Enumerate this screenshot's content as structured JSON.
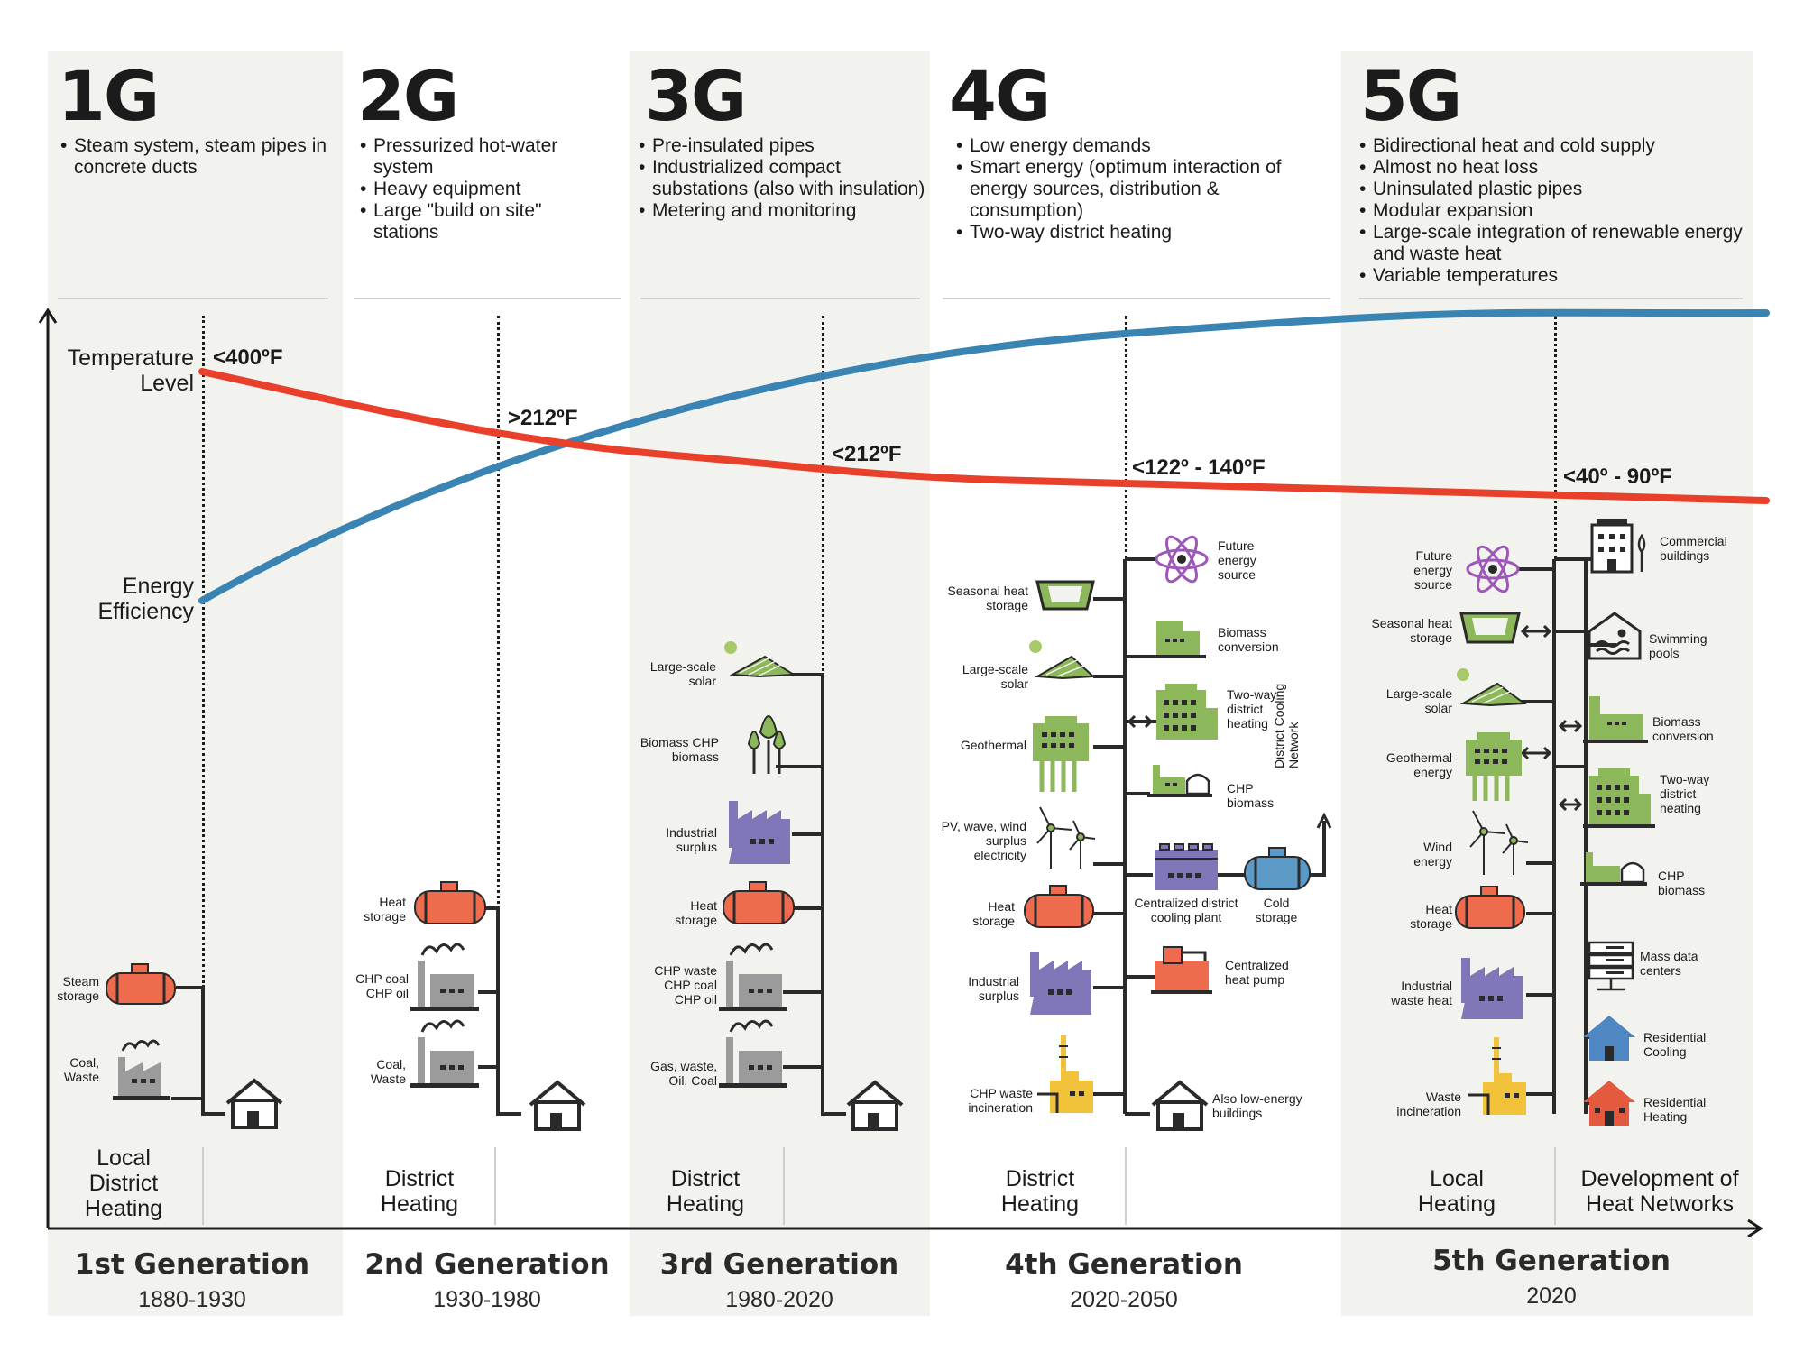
{
  "generations": [
    {
      "key": "1G",
      "bullets": [
        "Steam system, steam pipes in concrete ducts"
      ],
      "title": "1st Generation",
      "years": "1880-1930",
      "type": "Local District Heating"
    },
    {
      "key": "2G",
      "bullets": [
        "Pressurized hot-water system",
        "Heavy equipment",
        "Large \"build on site\" stations"
      ],
      "title": "2nd Generation",
      "years": "1930-1980",
      "type": "District Heating"
    },
    {
      "key": "3G",
      "bullets": [
        "Pre-insulated pipes",
        "Industrialized compact substations (also with insulation)",
        "Metering and monitoring"
      ],
      "title": "3rd Generation",
      "years": "1980-2020",
      "type": "District Heating"
    },
    {
      "key": "4G",
      "bullets": [
        "Low energy demands",
        "Smart energy (optimum interaction of energy sources, distribution & consumption)",
        "Two-way district heating"
      ],
      "title": "4th Generation",
      "years": "2020-2050",
      "type": "District Heating"
    },
    {
      "key": "5G",
      "bullets": [
        "Bidirectional heat and cold supply",
        "Almost no heat loss",
        "Uninsulated plastic pipes",
        "Modular expansion",
        "Large-scale integration of renewable energy and waste heat",
        "Variable temperatures"
      ],
      "title": "5th Generation",
      "years": "2020",
      "type": "Local Heating",
      "type2": "Development of Heat Networks"
    }
  ],
  "axis": {
    "temperature": "Temperature Level",
    "efficiency": "Energy Efficiency"
  },
  "temperatures": [
    "<400ºF",
    ">212ºF",
    "<212ºF",
    "<122º - 140ºF",
    "<40º - 90ºF"
  ],
  "g1_labels": {
    "steam": "Steam storage",
    "coal": "Coal, Waste"
  },
  "g2_labels": {
    "heat": "Heat storage",
    "chp": "CHP coal CHP oil",
    "coal": "Coal, Waste"
  },
  "g3_labels": {
    "solar": "Large-scale solar",
    "biomass": "Biomass CHP biomass",
    "industrial": "Industrial surplus",
    "heat": "Heat storage",
    "chp": "CHP waste CHP coal CHP oil",
    "gas": "Gas, waste, Oil, Coal"
  },
  "g4_left": {
    "seasonal": "Seasonal heat storage",
    "solar": "Large-scale solar",
    "geothermal": "Geothermal",
    "pv": "PV, wave, wind surplus electricity",
    "heat": "Heat storage",
    "industrial": "Industrial surplus",
    "chp_waste": "CHP waste incineration"
  },
  "g4_right": {
    "future": "Future energy source",
    "biomass": "Biomass conversion",
    "twoway": "Two-way district heating",
    "chp": "CHP biomass",
    "cooling_plant": "Centralized district cooling plant",
    "cold": "Cold storage",
    "cooling_network": "District Cooling Network",
    "heatpump": "Centralized heat pump",
    "lowenergy": "Also low-energy buildings"
  },
  "g5_left": {
    "future": "Future energy source",
    "seasonal": "Seasonal heat storage",
    "solar": "Large-scale solar",
    "geothermal": "Geothermal energy",
    "wind": "Wind energy",
    "heat": "Heat storage",
    "industrial": "Industrial waste heat",
    "waste": "Waste incineration"
  },
  "g5_right": {
    "commercial": "Commercial buildings",
    "pools": "Swimming pools",
    "biomass": "Biomass conversion",
    "twoway": "Two-way district heating",
    "chp": "CHP biomass",
    "data": "Mass data centers",
    "rescool": "Residential Cooling",
    "resheat": "Residential Heating"
  },
  "colors": {
    "panel": "#f2f2ee",
    "temperature_line": "#e8402a",
    "efficiency_line": "#3a84b3",
    "storage": "#ef6b4e",
    "factory_purple": "#7f77b8",
    "green": "#8db75b",
    "yellow": "#f2c33a",
    "gray": "#9b9b9b",
    "blue_house": "#4f87c2",
    "red_house": "#e45a3e"
  }
}
